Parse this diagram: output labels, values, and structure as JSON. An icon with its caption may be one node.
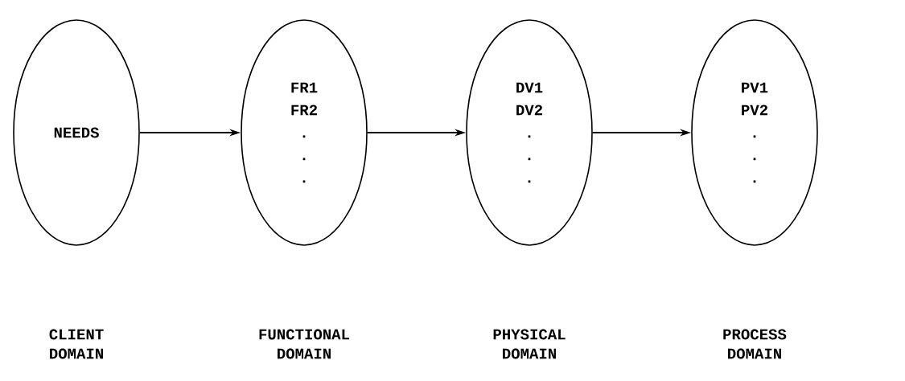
{
  "diagram": {
    "nodes": [
      {
        "text": [
          "NEEDS"
        ]
      },
      {
        "text": [
          "FR1",
          "FR2",
          ".",
          ".",
          "."
        ]
      },
      {
        "text": [
          "DV1",
          "DV2",
          ".",
          ".",
          "."
        ]
      },
      {
        "text": [
          "PV1",
          "PV2",
          ".",
          ".",
          "."
        ]
      }
    ],
    "labels": [
      "CLIENT DOMAIN",
      "FUNCTIONAL DOMAIN",
      "PHYSICAL DOMAIN",
      "PROCESS DOMAIN"
    ],
    "edges": [
      {
        "from": 0,
        "to": 1,
        "arrow": "to"
      },
      {
        "from": 1,
        "to": 2,
        "arrow": "to"
      },
      {
        "from": 2,
        "to": 3,
        "arrow": "to"
      }
    ]
  }
}
